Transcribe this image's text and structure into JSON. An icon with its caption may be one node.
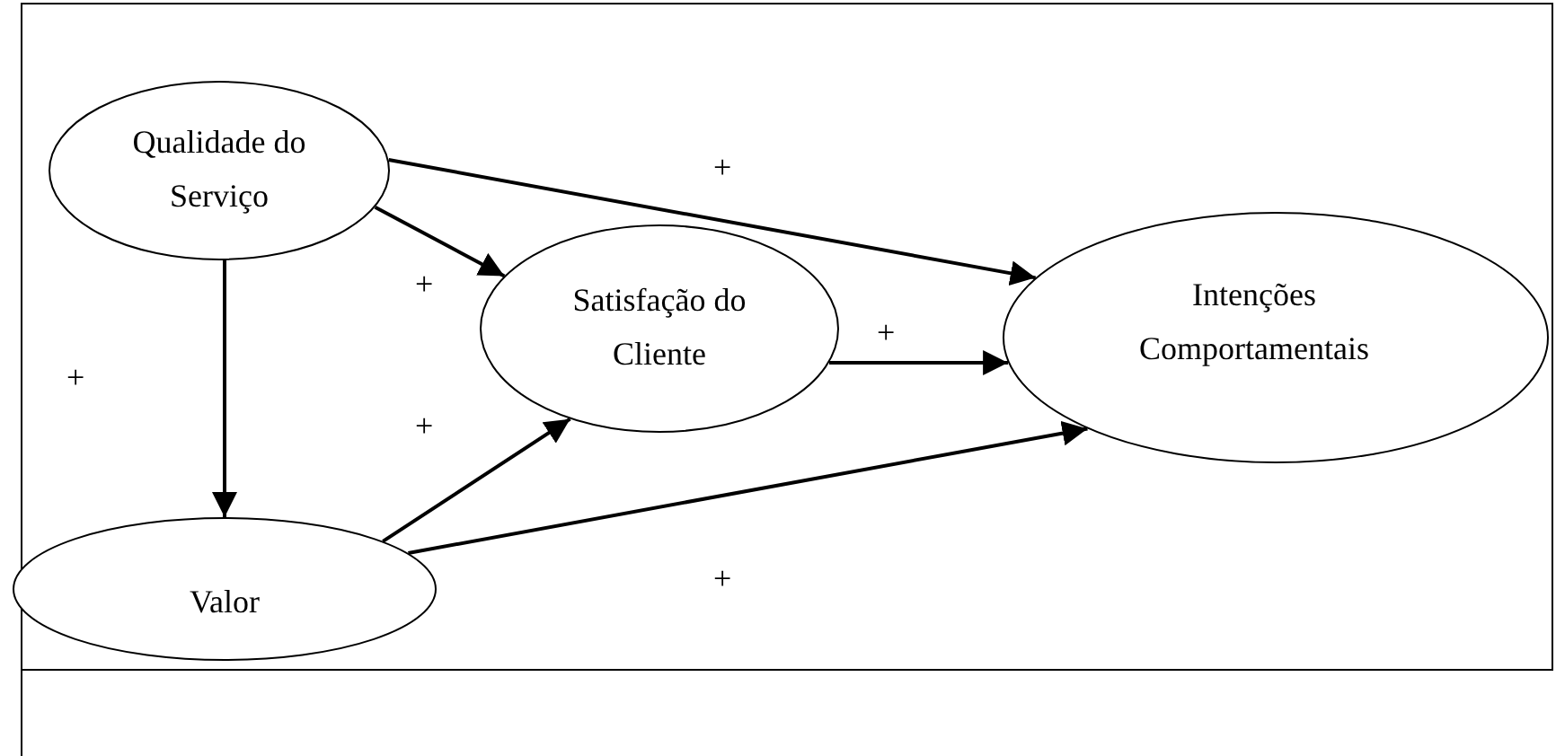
{
  "diagram": {
    "nodes": [
      {
        "text": [
          "Qualidade do Serviço"
        ]
      },
      {
        "text": [
          "Satisfação do Cliente"
        ]
      },
      {
        "text": [
          "Intenções Comportamentais"
        ]
      },
      {
        "text": [
          "Valor"
        ]
      }
    ],
    "edges": [
      {
        "from": 0,
        "to": 2,
        "arrow": "to",
        "label": "+"
      },
      {
        "from": 0,
        "to": 1,
        "arrow": "to",
        "label": "+"
      },
      {
        "from": 0,
        "to": 3,
        "arrow": "to",
        "label": "+"
      },
      {
        "from": 1,
        "to": 2,
        "arrow": "to",
        "label": "+"
      },
      {
        "from": 3,
        "to": 1,
        "arrow": "to",
        "label": "+"
      },
      {
        "from": 3,
        "to": 2,
        "arrow": "to",
        "label": "+"
      }
    ]
  }
}
